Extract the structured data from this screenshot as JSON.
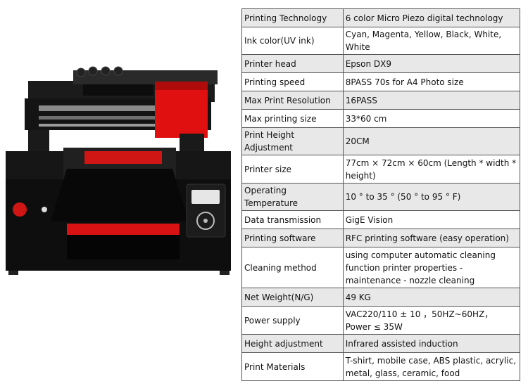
{
  "specs": [
    {
      "label": "Printing Technology",
      "value": "6 color Micro Piezo digital technology"
    },
    {
      "label": "Ink color(UV ink)",
      "value": "Cyan, Magenta, Yellow, Black, White, White"
    },
    {
      "label": "Printer head",
      "value": "Epson DX9"
    },
    {
      "label": "Printing speed",
      "value": "8PASS  70s for A4 Photo size"
    },
    {
      "label": "Max Print Resolution",
      "value": "16PASS"
    },
    {
      "label": "Max printing size",
      "value": "33*60 cm"
    },
    {
      "label": "Print Height Adjustment",
      "value": "20CM"
    },
    {
      "label": "Printer size",
      "value": "77cm × 72cm × 60cm (Length * width * height)"
    },
    {
      "label": "Operating Temperature",
      "value": "10 ° to 35 ° (50 ° to 95 ° F)"
    },
    {
      "label": "Data transmission",
      "value": "GigE Vision"
    },
    {
      "label": "Printing software",
      "value": "RFC printing software (easy operation)"
    },
    {
      "label": "Cleaning method",
      "value": "using computer automatic cleaning function printer properties - maintenance - nozzle cleaning"
    },
    {
      "label": "Net Weight(N/G)",
      "value": "49 KG"
    },
    {
      "label": "Power supply",
      "value": "VAC220/110 ± 10  ，50HZ~60HZ，Power ≤ 35W"
    },
    {
      "label": "Height adjustment",
      "value": "Infrared assisted induction"
    },
    {
      "label": "Print Materials",
      "value": "T-shirt, mobile case, ABS plastic, acrylic, metal, glass, ceramic, food"
    }
  ]
}
